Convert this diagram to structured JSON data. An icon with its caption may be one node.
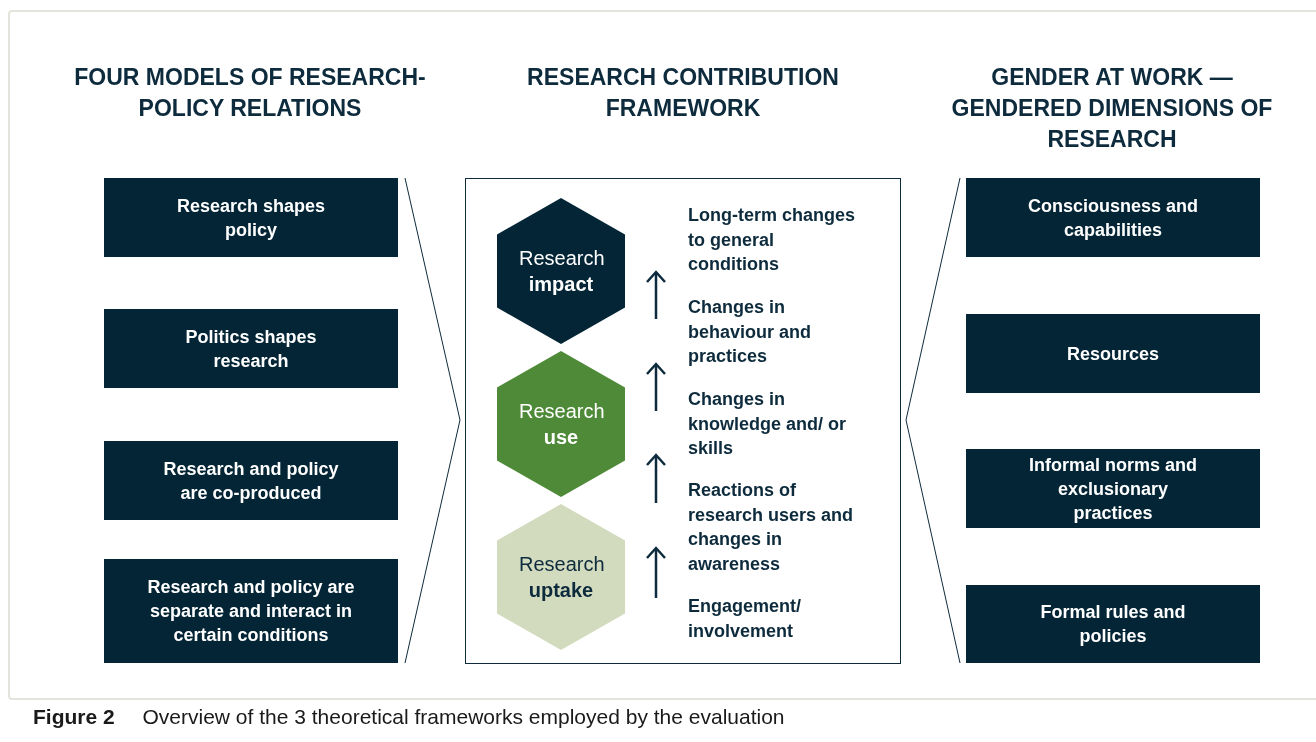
{
  "diagram": {
    "caption": "**Figure 2** Overview of the 3 theoretical frameworks employed by the evaluation",
    "nodes": [
      {
        "text": [
          "Research shapes policy"
        ]
      },
      {
        "text": [
          "Politics shapes research"
        ]
      },
      {
        "text": [
          "Research and policy are co-produced"
        ]
      },
      {
        "text": [
          "Research and policy are separate and interact in certain conditions"
        ]
      },
      {
        "text": [],
        "shape": "box"
      },
      {
        "text": [
          "Research **impact**"
        ],
        "in": 4
      },
      {
        "text": [
          "Research **use**"
        ],
        "in": 4
      },
      {
        "text": [
          "Research **uptake**"
        ],
        "in": 4
      },
      {
        "text": [
          "Consciousness and capabilities"
        ]
      },
      {
        "text": [
          "Resources"
        ]
      },
      {
        "text": [
          "Informal norms and exclusionary practices"
        ]
      },
      {
        "text": [
          "Formal rules and policies"
        ]
      }
    ],
    "labels": [
      "FOUR MODELS OF RESEARCH-POLICY RELATIONS",
      "RESEARCH CONTRIBUTION FRAMEWORK",
      "GENDER AT WORK — GENDERED DIMENSIONS OF RESEARCH",
      "Long-term changes to general conditions",
      "Changes in behaviour and practices",
      "Changes in knowledge and/ or skills",
      "Reactions of research users and changes in awareness",
      "Engagement/ involvement"
    ]
  }
}
